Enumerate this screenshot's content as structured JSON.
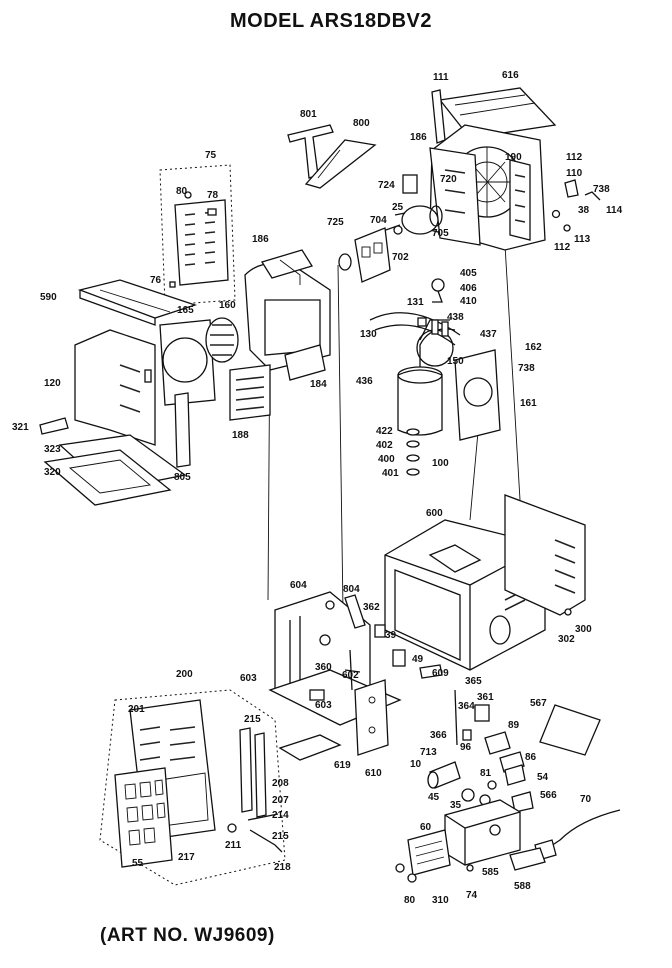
{
  "header": {
    "title": "MODEL ARS18DBV2"
  },
  "footer": {
    "art_number": "(ART NO. WJ9609)"
  },
  "labels": [
    "111",
    "616",
    "801",
    "800",
    "186",
    "724",
    "720",
    "190",
    "112",
    "110",
    "738",
    "38",
    "114",
    "113",
    "112",
    "75",
    "80",
    "78",
    "76",
    "725",
    "704",
    "25",
    "705",
    "702",
    "186",
    "590",
    "165",
    "160",
    "405",
    "406",
    "410",
    "131",
    "438",
    "437",
    "130",
    "162",
    "150",
    "738",
    "436",
    "161",
    "184",
    "120",
    "188",
    "422",
    "402",
    "400",
    "401",
    "100",
    "321",
    "323",
    "320",
    "805",
    "600",
    "604",
    "804",
    "362",
    "39",
    "302",
    "300",
    "360",
    "49",
    "609",
    "603",
    "602",
    "603",
    "365",
    "361",
    "567",
    "364",
    "89",
    "200",
    "215",
    "201",
    "366",
    "86",
    "713",
    "96",
    "10",
    "81",
    "54",
    "45",
    "35",
    "566",
    "208",
    "207",
    "214",
    "70",
    "619",
    "610",
    "215",
    "217",
    "211",
    "218",
    "55",
    "60",
    "585",
    "588",
    "80",
    "310",
    "74"
  ]
}
